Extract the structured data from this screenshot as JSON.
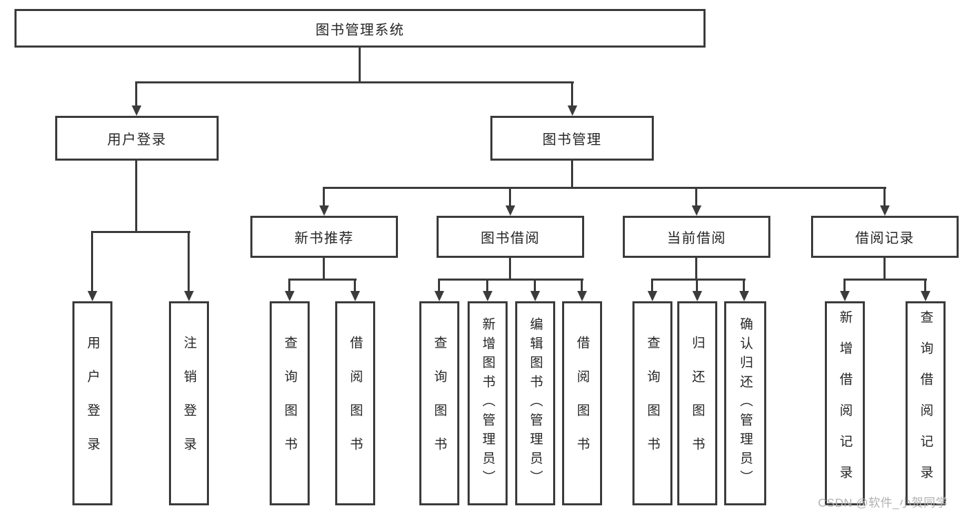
{
  "tree": {
    "root": {
      "label": "图书管理系统"
    },
    "branches": [
      {
        "label": "用户登录",
        "children": [
          {
            "label": "用户登录"
          },
          {
            "label": "注销登录"
          }
        ]
      },
      {
        "label": "图书管理",
        "children": [
          {
            "label": "新书推荐",
            "children": [
              {
                "label": "查询图书"
              },
              {
                "label": "借阅图书"
              }
            ]
          },
          {
            "label": "图书借阅",
            "children": [
              {
                "label": "查询图书"
              },
              {
                "label": "新增图书（管理员）"
              },
              {
                "label": "编辑图书（管理员）"
              },
              {
                "label": "借阅图书"
              }
            ]
          },
          {
            "label": "当前借阅",
            "children": [
              {
                "label": "查询图书"
              },
              {
                "label": "归还图书"
              },
              {
                "label": "确认归还（管理员）"
              }
            ]
          },
          {
            "label": "借阅记录",
            "children": [
              {
                "label": "新增借阅记录"
              },
              {
                "label": "查询借阅记录"
              }
            ]
          }
        ]
      }
    ]
  },
  "watermark": "CSDN @软件_小贺同学",
  "colors": {
    "line": "#3b3b3b",
    "text": "#262626",
    "watermark": "#b0b0b0",
    "background": "#ffffff"
  }
}
